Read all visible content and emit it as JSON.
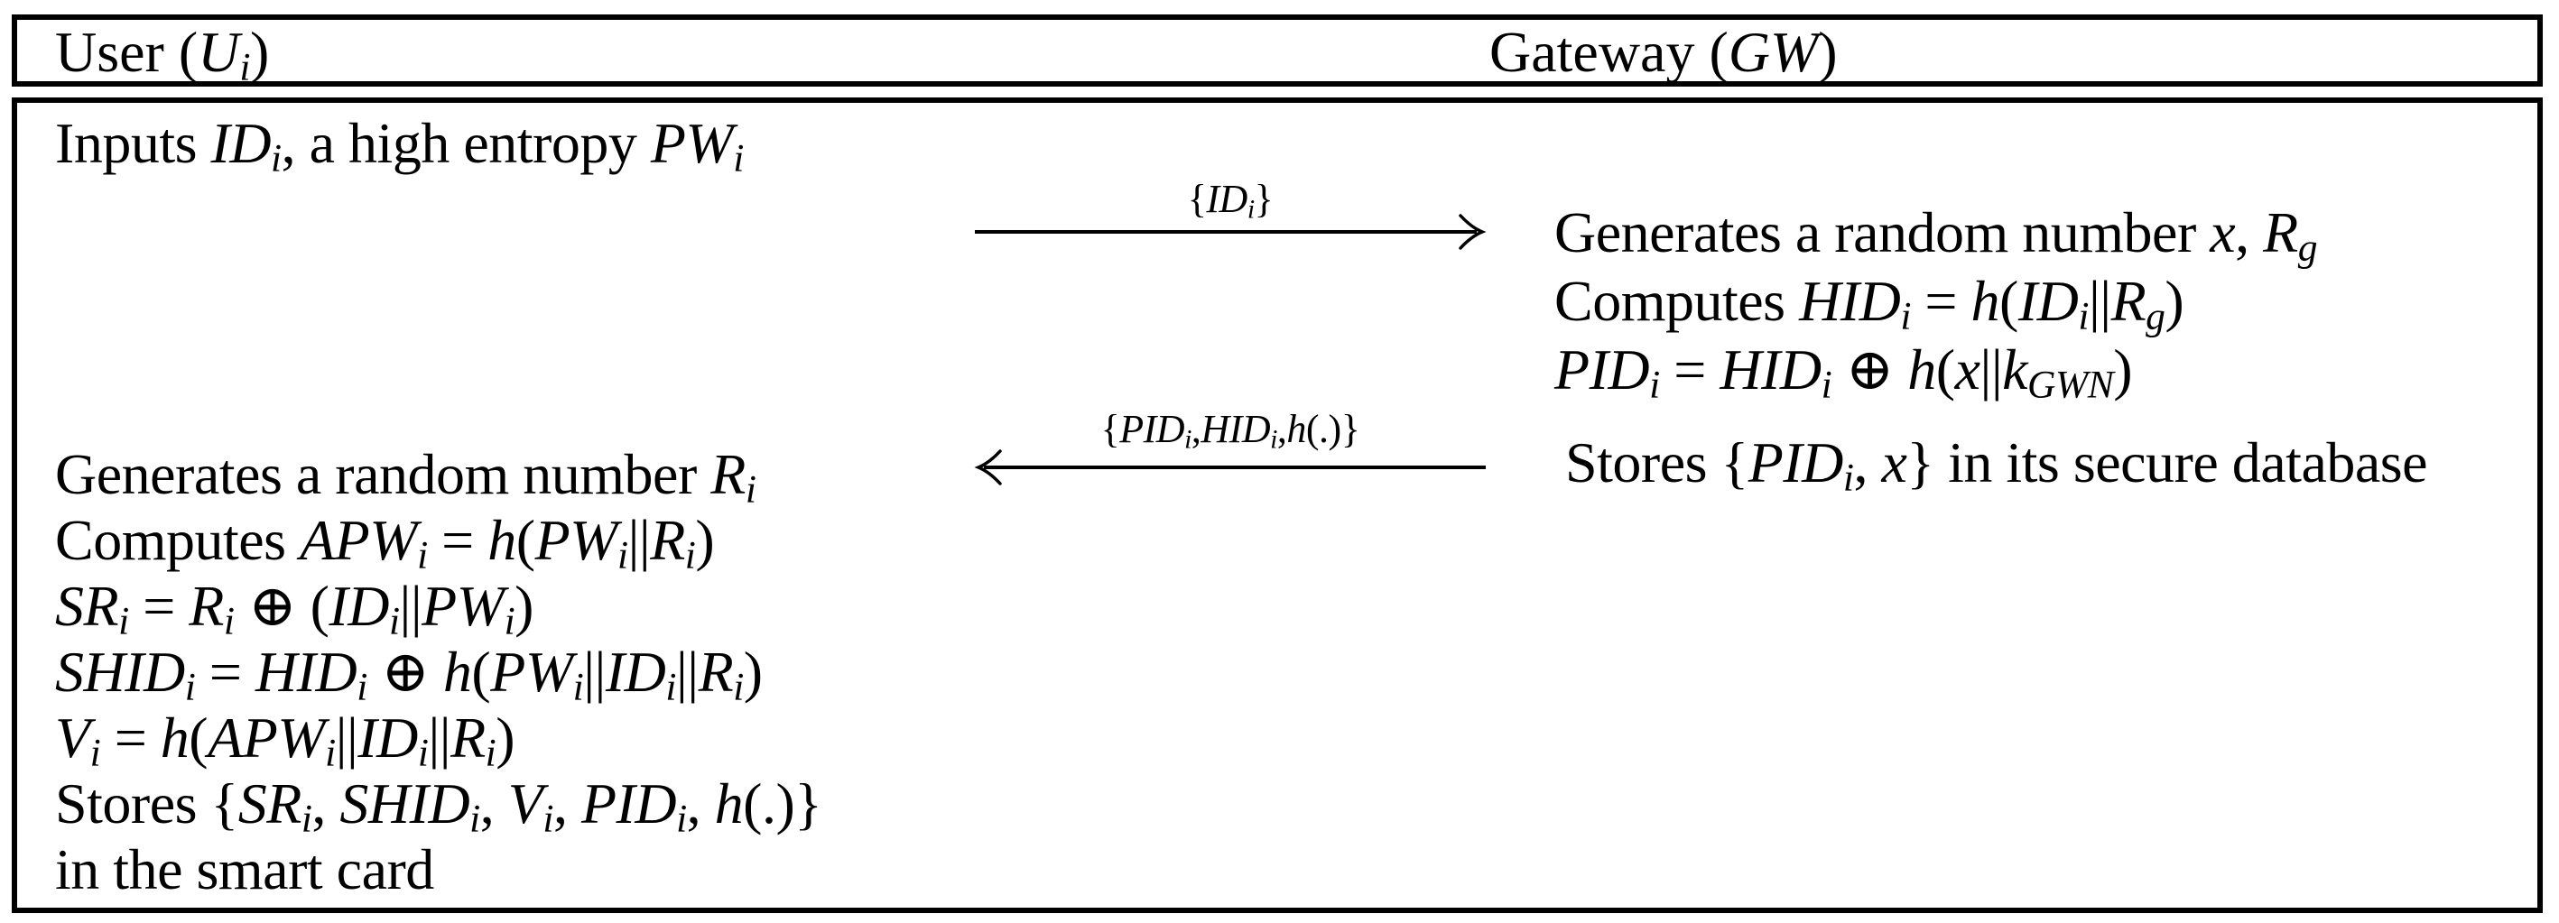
{
  "colors": {
    "ink": "#000000",
    "paper": "#ffffff"
  },
  "header": {
    "user": [
      {
        "s": "r",
        "t": "User ("
      },
      {
        "s": "i",
        "t": "U"
      },
      {
        "s": "s",
        "t": "i"
      },
      {
        "s": "r",
        "t": ")"
      }
    ],
    "gateway": [
      {
        "s": "r",
        "t": "Gateway ("
      },
      {
        "s": "i",
        "t": "GW"
      },
      {
        "s": "r",
        "t": ")"
      }
    ]
  },
  "user_column": {
    "input_line": [
      {
        "s": "r",
        "t": "Inputs "
      },
      {
        "s": "i",
        "t": "ID"
      },
      {
        "s": "s",
        "t": "i"
      },
      {
        "s": "r",
        "t": ", a high entropy "
      },
      {
        "s": "i",
        "t": "PW"
      },
      {
        "s": "s",
        "t": "i"
      }
    ],
    "steps": [
      [
        {
          "s": "r",
          "t": "Generates a random number "
        },
        {
          "s": "i",
          "t": "R"
        },
        {
          "s": "s",
          "t": "i"
        }
      ],
      [
        {
          "s": "r",
          "t": "Computes "
        },
        {
          "s": "i",
          "t": "APW"
        },
        {
          "s": "s",
          "t": "i"
        },
        {
          "s": "r",
          "t": " = "
        },
        {
          "s": "i",
          "t": "h"
        },
        {
          "s": "r",
          "t": "("
        },
        {
          "s": "i",
          "t": "PW"
        },
        {
          "s": "s",
          "t": "i"
        },
        {
          "s": "r",
          "t": "||"
        },
        {
          "s": "i",
          "t": "R"
        },
        {
          "s": "s",
          "t": "i"
        },
        {
          "s": "r",
          "t": ")"
        }
      ],
      [
        {
          "s": "i",
          "t": "SR"
        },
        {
          "s": "s",
          "t": "i"
        },
        {
          "s": "r",
          "t": " = "
        },
        {
          "s": "i",
          "t": "R"
        },
        {
          "s": "s",
          "t": "i"
        },
        {
          "s": "r",
          "t": " ⊕ ("
        },
        {
          "s": "i",
          "t": "ID"
        },
        {
          "s": "s",
          "t": "i"
        },
        {
          "s": "r",
          "t": "||"
        },
        {
          "s": "i",
          "t": "PW"
        },
        {
          "s": "s",
          "t": "i"
        },
        {
          "s": "r",
          "t": ")"
        }
      ],
      [
        {
          "s": "i",
          "t": "SHID"
        },
        {
          "s": "s",
          "t": "i"
        },
        {
          "s": "r",
          "t": " = "
        },
        {
          "s": "i",
          "t": "HID"
        },
        {
          "s": "s",
          "t": "i"
        },
        {
          "s": "r",
          "t": " ⊕ "
        },
        {
          "s": "i",
          "t": "h"
        },
        {
          "s": "r",
          "t": "("
        },
        {
          "s": "i",
          "t": "PW"
        },
        {
          "s": "s",
          "t": "i"
        },
        {
          "s": "r",
          "t": "||"
        },
        {
          "s": "i",
          "t": "ID"
        },
        {
          "s": "s",
          "t": "i"
        },
        {
          "s": "r",
          "t": "||"
        },
        {
          "s": "i",
          "t": "R"
        },
        {
          "s": "s",
          "t": "i"
        },
        {
          "s": "r",
          "t": ")"
        }
      ],
      [
        {
          "s": "i",
          "t": "V"
        },
        {
          "s": "s",
          "t": "i"
        },
        {
          "s": "r",
          "t": " = "
        },
        {
          "s": "i",
          "t": "h"
        },
        {
          "s": "r",
          "t": "("
        },
        {
          "s": "i",
          "t": "APW"
        },
        {
          "s": "s",
          "t": "i"
        },
        {
          "s": "r",
          "t": "||"
        },
        {
          "s": "i",
          "t": "ID"
        },
        {
          "s": "s",
          "t": "i"
        },
        {
          "s": "r",
          "t": "||"
        },
        {
          "s": "i",
          "t": "R"
        },
        {
          "s": "s",
          "t": "i"
        },
        {
          "s": "r",
          "t": ")"
        }
      ],
      [
        {
          "s": "r",
          "t": "Stores {"
        },
        {
          "s": "i",
          "t": "SR"
        },
        {
          "s": "s",
          "t": "i"
        },
        {
          "s": "r",
          "t": ", "
        },
        {
          "s": "i",
          "t": "SHID"
        },
        {
          "s": "s",
          "t": "i"
        },
        {
          "s": "r",
          "t": ", "
        },
        {
          "s": "i",
          "t": "V"
        },
        {
          "s": "s",
          "t": "i"
        },
        {
          "s": "r",
          "t": ", "
        },
        {
          "s": "i",
          "t": "PID"
        },
        {
          "s": "s",
          "t": "i"
        },
        {
          "s": "r",
          "t": ", "
        },
        {
          "s": "i",
          "t": "h"
        },
        {
          "s": "r",
          "t": "(.)}"
        }
      ],
      [
        {
          "s": "r",
          "t": "in the smart card"
        }
      ]
    ]
  },
  "gateway_column": {
    "steps": [
      [
        {
          "s": "r",
          "t": "Generates a random number "
        },
        {
          "s": "i",
          "t": "x"
        },
        {
          "s": "r",
          "t": ", "
        },
        {
          "s": "i",
          "t": "R"
        },
        {
          "s": "s",
          "t": "g"
        }
      ],
      [
        {
          "s": "r",
          "t": "Computes "
        },
        {
          "s": "i",
          "t": "HID"
        },
        {
          "s": "s",
          "t": "i"
        },
        {
          "s": "r",
          "t": " = "
        },
        {
          "s": "i",
          "t": "h"
        },
        {
          "s": "r",
          "t": "("
        },
        {
          "s": "i",
          "t": "ID"
        },
        {
          "s": "s",
          "t": "i"
        },
        {
          "s": "r",
          "t": "||"
        },
        {
          "s": "i",
          "t": "R"
        },
        {
          "s": "s",
          "t": "g"
        },
        {
          "s": "r",
          "t": ")"
        }
      ],
      [
        {
          "s": "i",
          "t": "PID"
        },
        {
          "s": "s",
          "t": "i"
        },
        {
          "s": "r",
          "t": " = "
        },
        {
          "s": "i",
          "t": "HID"
        },
        {
          "s": "s",
          "t": "i"
        },
        {
          "s": "r",
          "t": " ⊕ "
        },
        {
          "s": "i",
          "t": "h"
        },
        {
          "s": "r",
          "t": "("
        },
        {
          "s": "i",
          "t": "x"
        },
        {
          "s": "r",
          "t": "||"
        },
        {
          "s": "i",
          "t": "k"
        },
        {
          "s": "s",
          "t": "GWN"
        },
        {
          "s": "r",
          "t": ")"
        }
      ]
    ],
    "store_line": [
      {
        "s": "r",
        "t": "Stores {"
      },
      {
        "s": "i",
        "t": "PID"
      },
      {
        "s": "s",
        "t": "i"
      },
      {
        "s": "r",
        "t": ", "
      },
      {
        "s": "i",
        "t": "x"
      },
      {
        "s": "r",
        "t": "} in its secure database"
      }
    ]
  },
  "messages": [
    {
      "direction": "right",
      "label": [
        {
          "s": "r",
          "t": "{"
        },
        {
          "s": "i",
          "t": "ID"
        },
        {
          "s": "s",
          "t": "i"
        },
        {
          "s": "r",
          "t": "}"
        }
      ]
    },
    {
      "direction": "left",
      "label": [
        {
          "s": "r",
          "t": "{"
        },
        {
          "s": "i",
          "t": "PID"
        },
        {
          "s": "s",
          "t": "i"
        },
        {
          "s": "r",
          "t": ","
        },
        {
          "s": "i",
          "t": "HID"
        },
        {
          "s": "s",
          "t": "i"
        },
        {
          "s": "r",
          "t": ","
        },
        {
          "s": "i",
          "t": "h"
        },
        {
          "s": "r",
          "t": "(.)}"
        }
      ]
    }
  ]
}
